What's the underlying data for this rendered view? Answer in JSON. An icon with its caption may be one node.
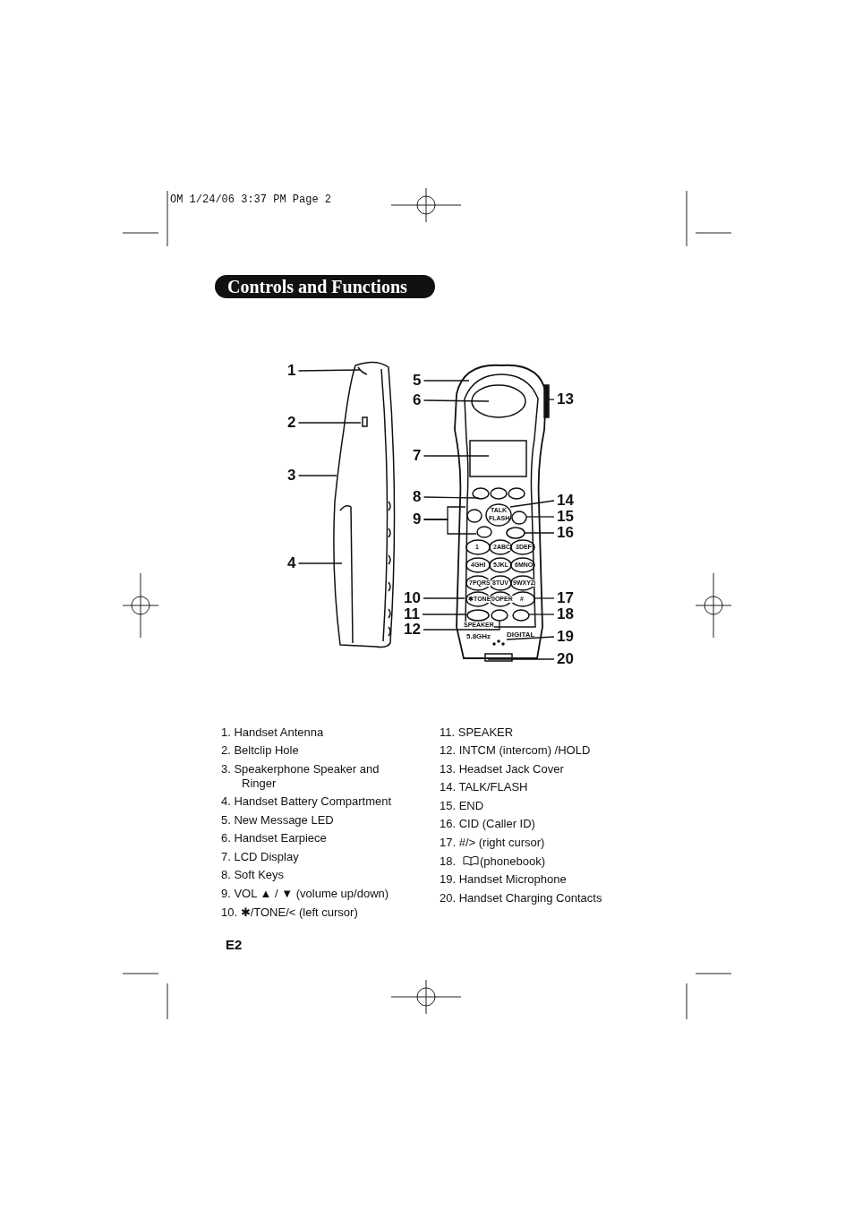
{
  "diagram": {
    "title": "Controls and Functions",
    "nodes": [
      {
        "text": [
          "1"
        ]
      },
      {
        "text": [
          "2"
        ]
      },
      {
        "text": [
          "3"
        ]
      },
      {
        "text": [
          "4"
        ]
      },
      {
        "text": [
          "5"
        ]
      },
      {
        "text": [
          "6"
        ]
      },
      {
        "text": [
          "7"
        ]
      },
      {
        "text": [
          "8"
        ]
      },
      {
        "text": [
          "9"
        ]
      },
      {
        "text": [
          "10"
        ]
      },
      {
        "text": [
          "11"
        ]
      },
      {
        "text": [
          "12"
        ]
      },
      {
        "text": [
          "13"
        ]
      },
      {
        "text": [
          "14"
        ]
      },
      {
        "text": [
          "15"
        ]
      },
      {
        "text": [
          "16"
        ]
      },
      {
        "text": [
          "17"
        ]
      },
      {
        "text": [
          "18"
        ]
      },
      {
        "text": [
          "19"
        ]
      },
      {
        "text": [
          "20"
        ]
      },
      {
        "text": [],
        "shape": "picture"
      },
      {
        "text": [],
        "shape": "picture"
      }
    ],
    "edges": [
      {
        "from": 0,
        "to": 20,
        "arrow": "none"
      },
      {
        "from": 1,
        "to": 20,
        "arrow": "none"
      },
      {
        "from": 2,
        "to": 20,
        "arrow": "none"
      },
      {
        "from": 3,
        "to": 20,
        "arrow": "none"
      },
      {
        "from": 4,
        "to": 21,
        "arrow": "none"
      },
      {
        "from": 5,
        "to": 21,
        "arrow": "none"
      },
      {
        "from": 6,
        "to": 21,
        "arrow": "none"
      },
      {
        "from": 7,
        "to": 21,
        "arrow": "none"
      },
      {
        "from": 8,
        "to": 21,
        "arrow": "none"
      },
      {
        "from": 8,
        "to": 21,
        "arrow": "none"
      },
      {
        "from": 9,
        "to": 21,
        "arrow": "none"
      },
      {
        "from": 10,
        "to": 21,
        "arrow": "none"
      },
      {
        "from": 11,
        "to": 21,
        "arrow": "none"
      },
      {
        "from": 12,
        "to": 21,
        "arrow": "none"
      },
      {
        "from": 13,
        "to": 21,
        "arrow": "none"
      },
      {
        "from": 14,
        "to": 21,
        "arrow": "none"
      },
      {
        "from": 15,
        "to": 21,
        "arrow": "none"
      },
      {
        "from": 16,
        "to": 21,
        "arrow": "none"
      },
      {
        "from": 17,
        "to": 21,
        "arrow": "none"
      },
      {
        "from": 18,
        "to": 21,
        "arrow": "none"
      },
      {
        "from": 19,
        "to": 21,
        "arrow": "none"
      }
    ],
    "labels": [
      "OM  1/24/06  3:37 PM  Page 2",
      "TALK",
      "FLASH",
      "1",
      "2ABC",
      "3DEF",
      "4GHI",
      "5JKL",
      "6MNO",
      "7PQRS",
      "8TUV",
      "9WXYZ",
      "✱TONE",
      "0OPER",
      "#",
      "SPEAKER",
      "5.8GHz",
      "DIGITAL",
      "1. Handset Antenna",
      "2. Beltclip Hole",
      "3. Speakerphone Speaker and Ringer",
      "4. Handset Battery Compartment",
      "5. New Message LED",
      "6. Handset Earpiece",
      "7. LCD Display",
      "8. Soft Keys",
      "9. VOL ▲ / ▼ (volume up/down)",
      "10. ✱/TONE/< (left cursor)",
      "11. SPEAKER",
      "12. INTCM (intercom) /HOLD",
      "13. Headset Jack Cover",
      "14. TALK/FLASH",
      "15. END",
      "16. CID (Caller ID)",
      "17. #/> (right cursor)",
      "18.",
      "(phonebook)",
      "19. Handset Microphone",
      "20. Handset Charging Contacts",
      "E2"
    ]
  }
}
